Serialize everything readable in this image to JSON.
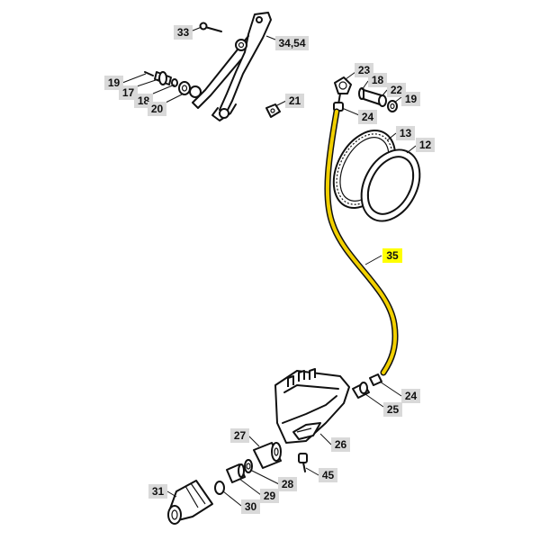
{
  "labels": {
    "l33": "33",
    "l34": "34,54",
    "l19a": "19",
    "l17": "17",
    "l18a": "18",
    "l20": "20",
    "l21": "21",
    "l23": "23",
    "l18b": "18",
    "l22": "22",
    "l19b": "19",
    "l24a": "24",
    "l13": "13",
    "l12": "12",
    "l35": "35",
    "l24b": "24",
    "l25": "25",
    "l26": "26",
    "l27": "27",
    "l45": "45",
    "l28": "28",
    "l29": "29",
    "l30": "30",
    "l31": "31"
  },
  "highlight": {
    "part": "35",
    "color": "#ffff00"
  }
}
